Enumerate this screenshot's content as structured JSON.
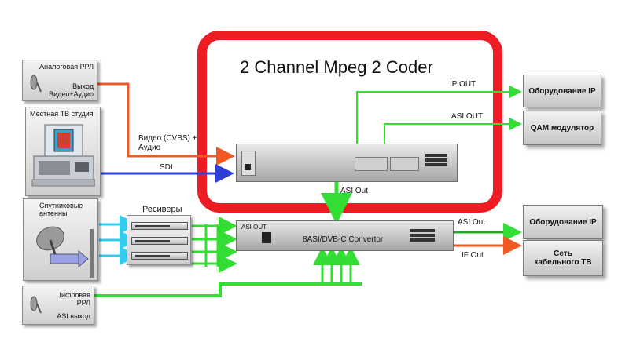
{
  "title": "2 Channel Mpeg 2 Coder",
  "colors": {
    "frame_red": "#ee1d23",
    "orange": "#f05a22",
    "blue": "#2e3ed6",
    "green": "#33dd33",
    "cyan": "#33ccee",
    "box_gray": "#d9d9d9"
  },
  "sources": {
    "analog_rrl": {
      "name": "Аналоговая РРЛ",
      "output": "Выход Видео+Аудио"
    },
    "tv_studio": {
      "name": "Местная ТВ студия"
    },
    "satellite": {
      "name": "Спутниковые антенны"
    },
    "digital_rrl": {
      "name": "Цифровая РРЛ",
      "output": "ASI  выход"
    }
  },
  "receivers": {
    "label": "Ресиверы"
  },
  "signals": {
    "video_audio": "Видео (CVBS) + Аудио",
    "sdi": "SDI",
    "ip_out": "IP OUT",
    "asi_out_top": "ASI OUT",
    "asi_out_mid": "ASI Out",
    "asi_out_right": "ASI Out",
    "if_out": "IF Out"
  },
  "devices": {
    "converter": {
      "label": "8ASI/DVB-C Convertor",
      "panel_label": "ASI OUT"
    }
  },
  "destinations": {
    "ip_equipment_top": "Оборудование IP",
    "qam_modulator": "QAM модулятор",
    "ip_equipment_bottom": "Оборудование IP",
    "cable_tv": "Сеть кабельного ТВ"
  }
}
